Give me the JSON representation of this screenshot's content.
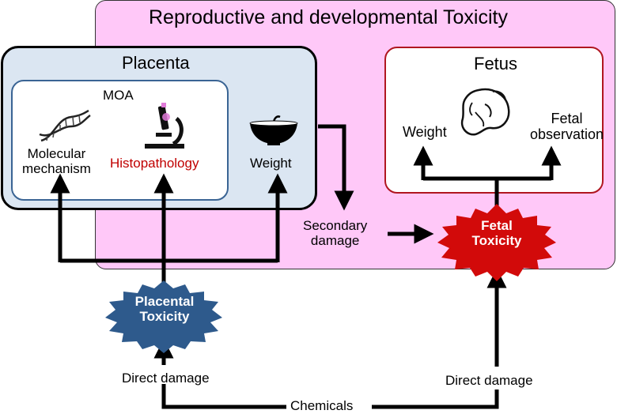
{
  "title": "Reproductive and developmental Toxicity",
  "placenta": {
    "label": "Placenta",
    "moa": {
      "label": "MOA",
      "molecular_line1": "Molecular",
      "molecular_line2": "mechanism",
      "histopathology": "Histopathology"
    },
    "weight": "Weight"
  },
  "fetus": {
    "label": "Fetus",
    "weight": "Weight",
    "observation_line1": "Fetal",
    "observation_line2": "observation"
  },
  "secondary_damage_line1": "Secondary",
  "secondary_damage_line2": "damage",
  "placental_toxicity_line1": "Placental",
  "placental_toxicity_line2": "Toxicity",
  "fetal_toxicity_line1": "Fetal",
  "fetal_toxicity_line2": "Toxicity",
  "direct_damage_left": "Direct damage",
  "direct_damage_right": "Direct damage",
  "chemicals": "Chemicals",
  "colors": {
    "outer_fill": "#ffc8f8",
    "placenta_fill": "#dbe6f2",
    "moa_border": "#3a6494",
    "fetus_border": "#b01620",
    "histopathology_text": "#c00000",
    "placental_burst": "#2e5a8c",
    "fetal_burst": "#d20a0a"
  },
  "icons": [
    "dna-icon",
    "microscope-icon",
    "scale-bowl-icon",
    "embryo-icon"
  ]
}
